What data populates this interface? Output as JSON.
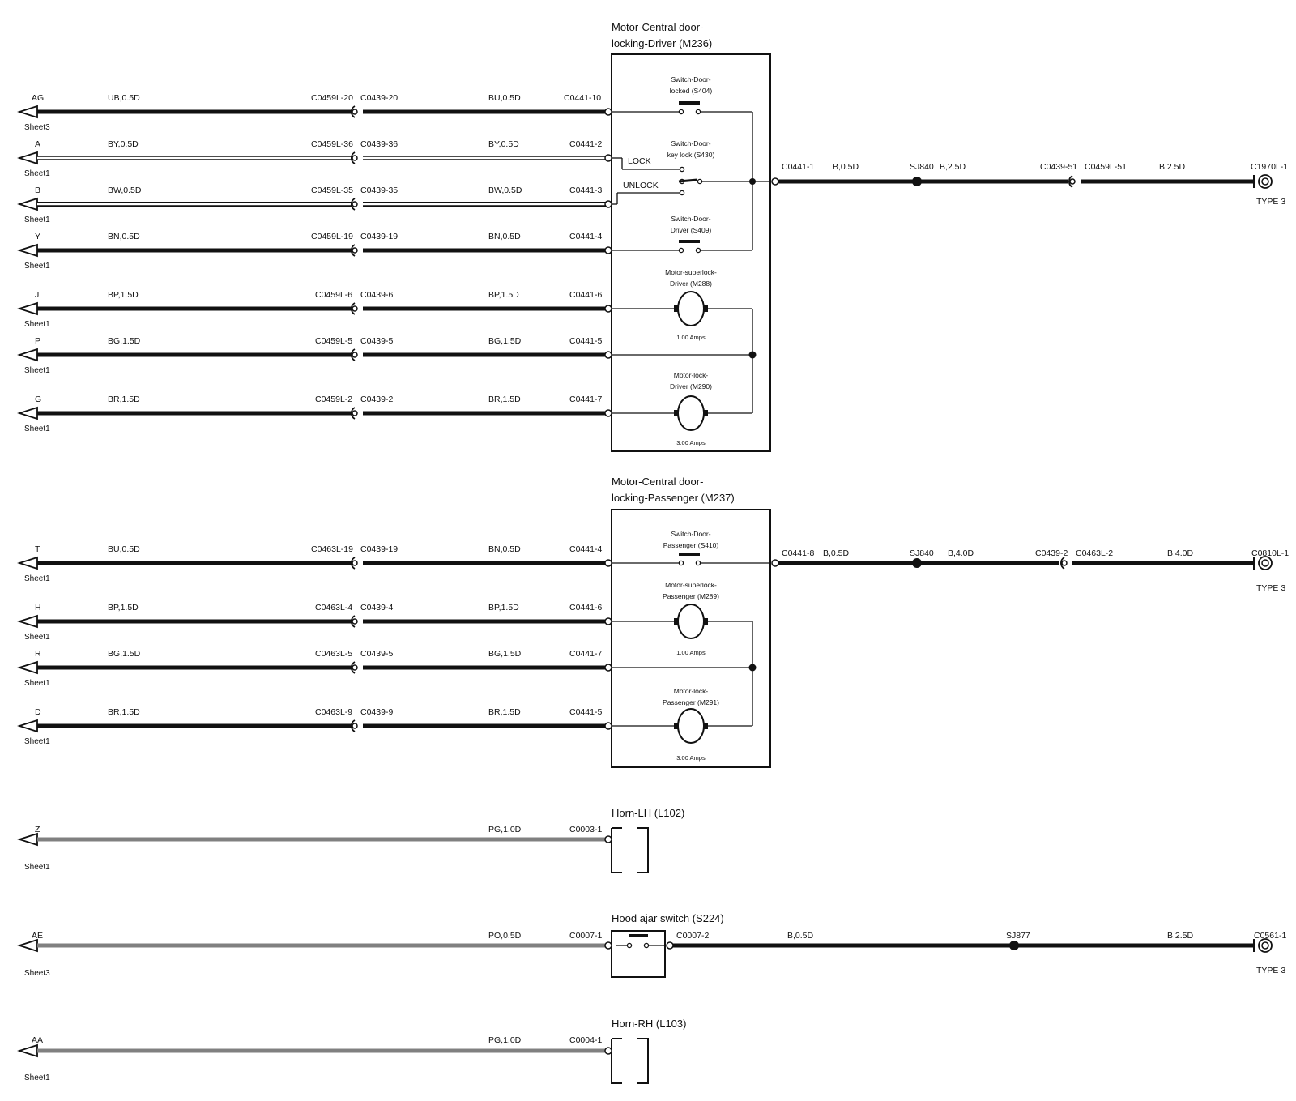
{
  "modules": [
    {
      "title": [
        "Motor-Central door-",
        "locking-Driver (M236)"
      ]
    },
    {
      "title": [
        "Motor-Central door-",
        "locking-Passenger (M237)"
      ]
    },
    {
      "title": [
        "Horn-LH (L102)"
      ]
    },
    {
      "title": [
        "Hood ajar switch (S224)"
      ]
    },
    {
      "title": [
        "Horn-RH (L103)"
      ]
    }
  ],
  "left_wires": [
    {
      "letter": "AG",
      "sheet": "Sheet3",
      "w1": "UB,0.5D",
      "c1": "C0459L-20",
      "c2": "C0439-20",
      "w2": "BU,0.5D",
      "c3": "C0441-10"
    },
    {
      "letter": "A",
      "sheet": "Sheet1",
      "w1": "BY,0.5D",
      "c1": "C0459L-36",
      "c2": "C0439-36",
      "w2": "BY,0.5D",
      "c3": "C0441-2"
    },
    {
      "letter": "B",
      "sheet": "Sheet1",
      "w1": "BW,0.5D",
      "c1": "C0459L-35",
      "c2": "C0439-35",
      "w2": "BW,0.5D",
      "c3": "C0441-3"
    },
    {
      "letter": "Y",
      "sheet": "Sheet1",
      "w1": "BN,0.5D",
      "c1": "C0459L-19",
      "c2": "C0439-19",
      "w2": "BN,0.5D",
      "c3": "C0441-4"
    },
    {
      "letter": "J",
      "sheet": "Sheet1",
      "w1": "BP,1.5D",
      "c1": "C0459L-6",
      "c2": "C0439-6",
      "w2": "BP,1.5D",
      "c3": "C0441-6"
    },
    {
      "letter": "P",
      "sheet": "Sheet1",
      "w1": "BG,1.5D",
      "c1": "C0459L-5",
      "c2": "C0439-5",
      "w2": "BG,1.5D",
      "c3": "C0441-5"
    },
    {
      "letter": "G",
      "sheet": "Sheet1",
      "w1": "BR,1.5D",
      "c1": "C0459L-2",
      "c2": "C0439-2",
      "w2": "BR,1.5D",
      "c3": "C0441-7"
    },
    {
      "letter": "T",
      "sheet": "Sheet1",
      "w1": "BU,0.5D",
      "c1": "C0463L-19",
      "c2": "C0439-19",
      "w2": "BN,0.5D",
      "c3": "C0441-4"
    },
    {
      "letter": "H",
      "sheet": "Sheet1",
      "w1": "BP,1.5D",
      "c1": "C0463L-4",
      "c2": "C0439-4",
      "w2": "BP,1.5D",
      "c3": "C0441-6"
    },
    {
      "letter": "R",
      "sheet": "Sheet1",
      "w1": "BG,1.5D",
      "c1": "C0463L-5",
      "c2": "C0439-5",
      "w2": "BG,1.5D",
      "c3": "C0441-7"
    },
    {
      "letter": "D",
      "sheet": "Sheet1",
      "w1": "BR,1.5D",
      "c1": "C0463L-9",
      "c2": "C0439-9",
      "w2": "BR,1.5D",
      "c3": "C0441-5"
    },
    {
      "letter": "Z",
      "sheet": "Sheet1",
      "w2": "PG,1.0D",
      "c3": "C0003-1"
    },
    {
      "letter": "AE",
      "sheet": "Sheet3",
      "w2": "PO,0.5D",
      "c3": "C0007-1"
    },
    {
      "letter": "AA",
      "sheet": "Sheet1",
      "w2": "PG,1.0D",
      "c3": "C0004-1"
    }
  ],
  "components": [
    {
      "lines": [
        "Switch-Door-",
        "locked (S404)"
      ]
    },
    {
      "lines": [
        "Switch-Door-",
        "key lock (S430)"
      ]
    },
    {
      "lines": [
        "Switch-Door-",
        "Driver (S409)"
      ]
    },
    {
      "lines": [
        "Motor-superlock-",
        "Driver (M288)"
      ],
      "amps": "1.00 Amps"
    },
    {
      "lines": [
        "Motor-lock-",
        "Driver (M290)"
      ],
      "amps": "3.00 Amps"
    },
    {
      "lines": [
        "Switch-Door-",
        "Passenger (S410)"
      ]
    },
    {
      "lines": [
        "Motor-superlock-",
        "Passenger (M289)"
      ],
      "amps": "1.00 Amps"
    },
    {
      "lines": [
        "Motor-lock-",
        "Passenger (M291)"
      ],
      "amps": "3.00 Amps"
    }
  ],
  "keylock_labels": [
    "LOCK",
    "UNLOCK"
  ],
  "right_runs": [
    {
      "c_in": "C0441-1",
      "w1": "B,0.5D",
      "splice": "SJ840",
      "w2": "B,2.5D",
      "c2": "C0439-51",
      "c3": "C0459L-51",
      "w3": "B,2.5D",
      "ground": "C1970L-1",
      "type": "TYPE 3"
    },
    {
      "c_in": "C0441-8",
      "w1": "B,0.5D",
      "splice": "SJ840",
      "w2": "B,4.0D",
      "c2": "C0439-2",
      "c3": "C0463L-2",
      "w3": "B,4.0D",
      "ground": "C0810L-1",
      "type": "TYPE 3"
    },
    {
      "c_in": "C0007-2",
      "w1": "B,0.5D",
      "splice": "SJ877",
      "w3": "B,2.5D",
      "ground": "C0561-1",
      "type": "TYPE 3"
    }
  ],
  "colors": {
    "wire_black": "#111111",
    "wire_grey": "#808080",
    "line": "#111111"
  }
}
